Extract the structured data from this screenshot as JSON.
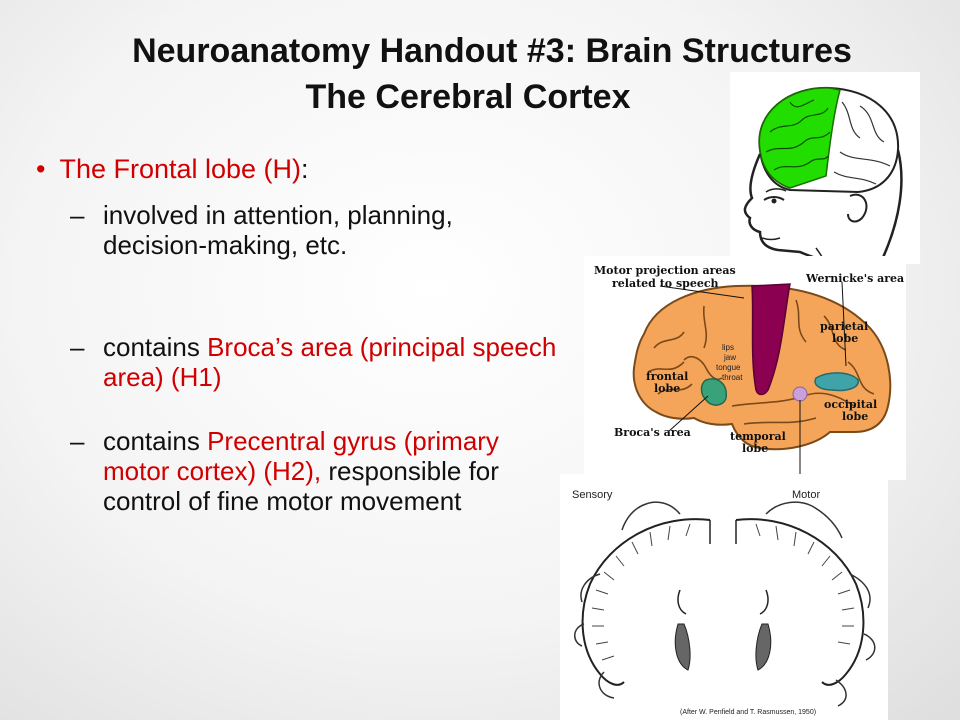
{
  "title": {
    "line1": "Neuroanatomy Handout #3:  Brain Structures",
    "line2": "The Cerebral Cortex"
  },
  "bullet": {
    "lobe": "The Frontal lobe (H)",
    "colon": ":"
  },
  "points": [
    {
      "dash": "–",
      "text": "involved in attention, planning, decision-making, etc."
    },
    {
      "dash": "–",
      "prefix": "contains ",
      "highlight": "Broca’s area (principal speech area) (H1)"
    },
    {
      "dash": "–",
      "prefix": "contains ",
      "highlight": "Precentral gyrus (primary motor cortex) (H2),",
      "suffix": "responsible for control of fine motor movement"
    }
  ],
  "lateral_diagram": {
    "labels": {
      "motor": "Motor projection areas",
      "motor2": "related to speech",
      "wernicke": "Wernicke's area",
      "parietal": "parietal",
      "parietal2": "lobe",
      "frontal": "frontal",
      "frontal2": "lobe",
      "occipital": "occipital",
      "occipital2": "lobe",
      "temporal": "temporal",
      "temporal2": "lobe",
      "broca": "Broca's area",
      "lips": "lips",
      "jaw": "jaw",
      "tongue": "tongue",
      "throat": "throat"
    },
    "colors": {
      "lobes": "#f5a55a",
      "motor_strip": "#8b0050",
      "broca": "#3aa27a",
      "wernicke": "#3fa3a8",
      "auditory": "#c9a0dc"
    }
  },
  "homunculus": {
    "sensory": "Sensory",
    "motor": "Motor",
    "credit": "(After W. Penfield and T. Rasmussen, 1950)"
  },
  "head_figure": {
    "highlight_color": "#22dd00"
  }
}
